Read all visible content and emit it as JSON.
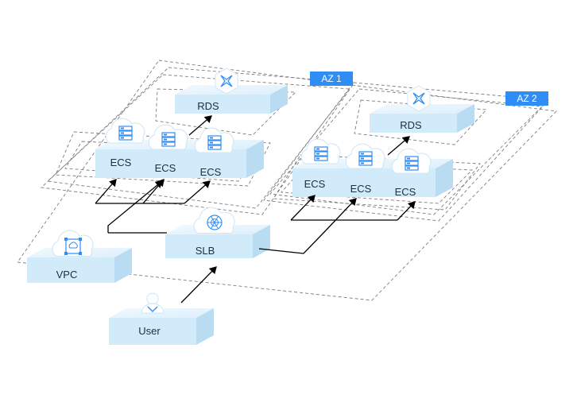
{
  "zones": [
    {
      "label": "AZ 1",
      "color": "#2f8ef5"
    },
    {
      "label": "AZ 2",
      "color": "#2f8ef5"
    }
  ],
  "nodes": {
    "rds1": {
      "label": "RDS",
      "icon": "rds-icon"
    },
    "rds2": {
      "label": "RDS",
      "icon": "rds-icon"
    },
    "ecs_az1": [
      "ECS",
      "ECS",
      "ECS"
    ],
    "ecs_az2": [
      "ECS",
      "ECS",
      "ECS"
    ],
    "slb": {
      "label": "SLB",
      "icon": "slb-icon"
    },
    "vpc": {
      "label": "VPC",
      "icon": "vpc-icon"
    },
    "user": {
      "label": "User",
      "icon": "user-icon"
    }
  },
  "colors": {
    "block_top": "#e9f5fd",
    "block_front": "#d2ebfa",
    "block_side": "#b9dcf3",
    "icon_blue": "#2f8ef5",
    "dash": "#7d7d7d",
    "arrow": "#000000"
  }
}
